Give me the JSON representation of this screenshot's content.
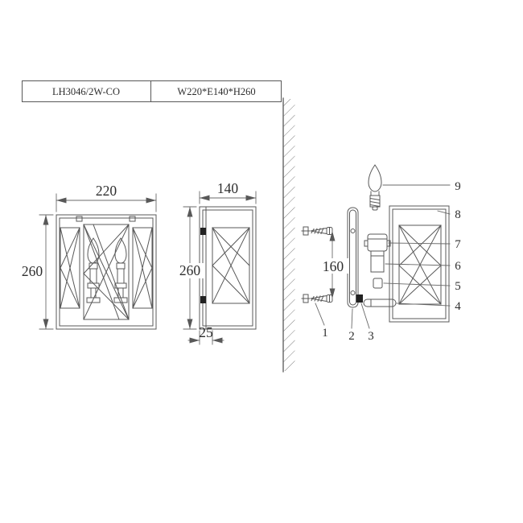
{
  "title_block": {
    "model": "LH3046/2W-CO",
    "spec": "W220*E140*H260"
  },
  "dimensions": {
    "front_width": "220",
    "front_height": "260",
    "side_width": "140",
    "side_height": "260",
    "side_depth": "25",
    "mount_spacing": "160"
  },
  "exploded_view": {
    "part_numbers": [
      "1",
      "2",
      "3",
      "4",
      "5",
      "6",
      "7",
      "8",
      "9"
    ]
  },
  "colors": {
    "line": "#585858",
    "connector": "#222222",
    "text": "#2e2e2e",
    "background": "#ffffff"
  }
}
